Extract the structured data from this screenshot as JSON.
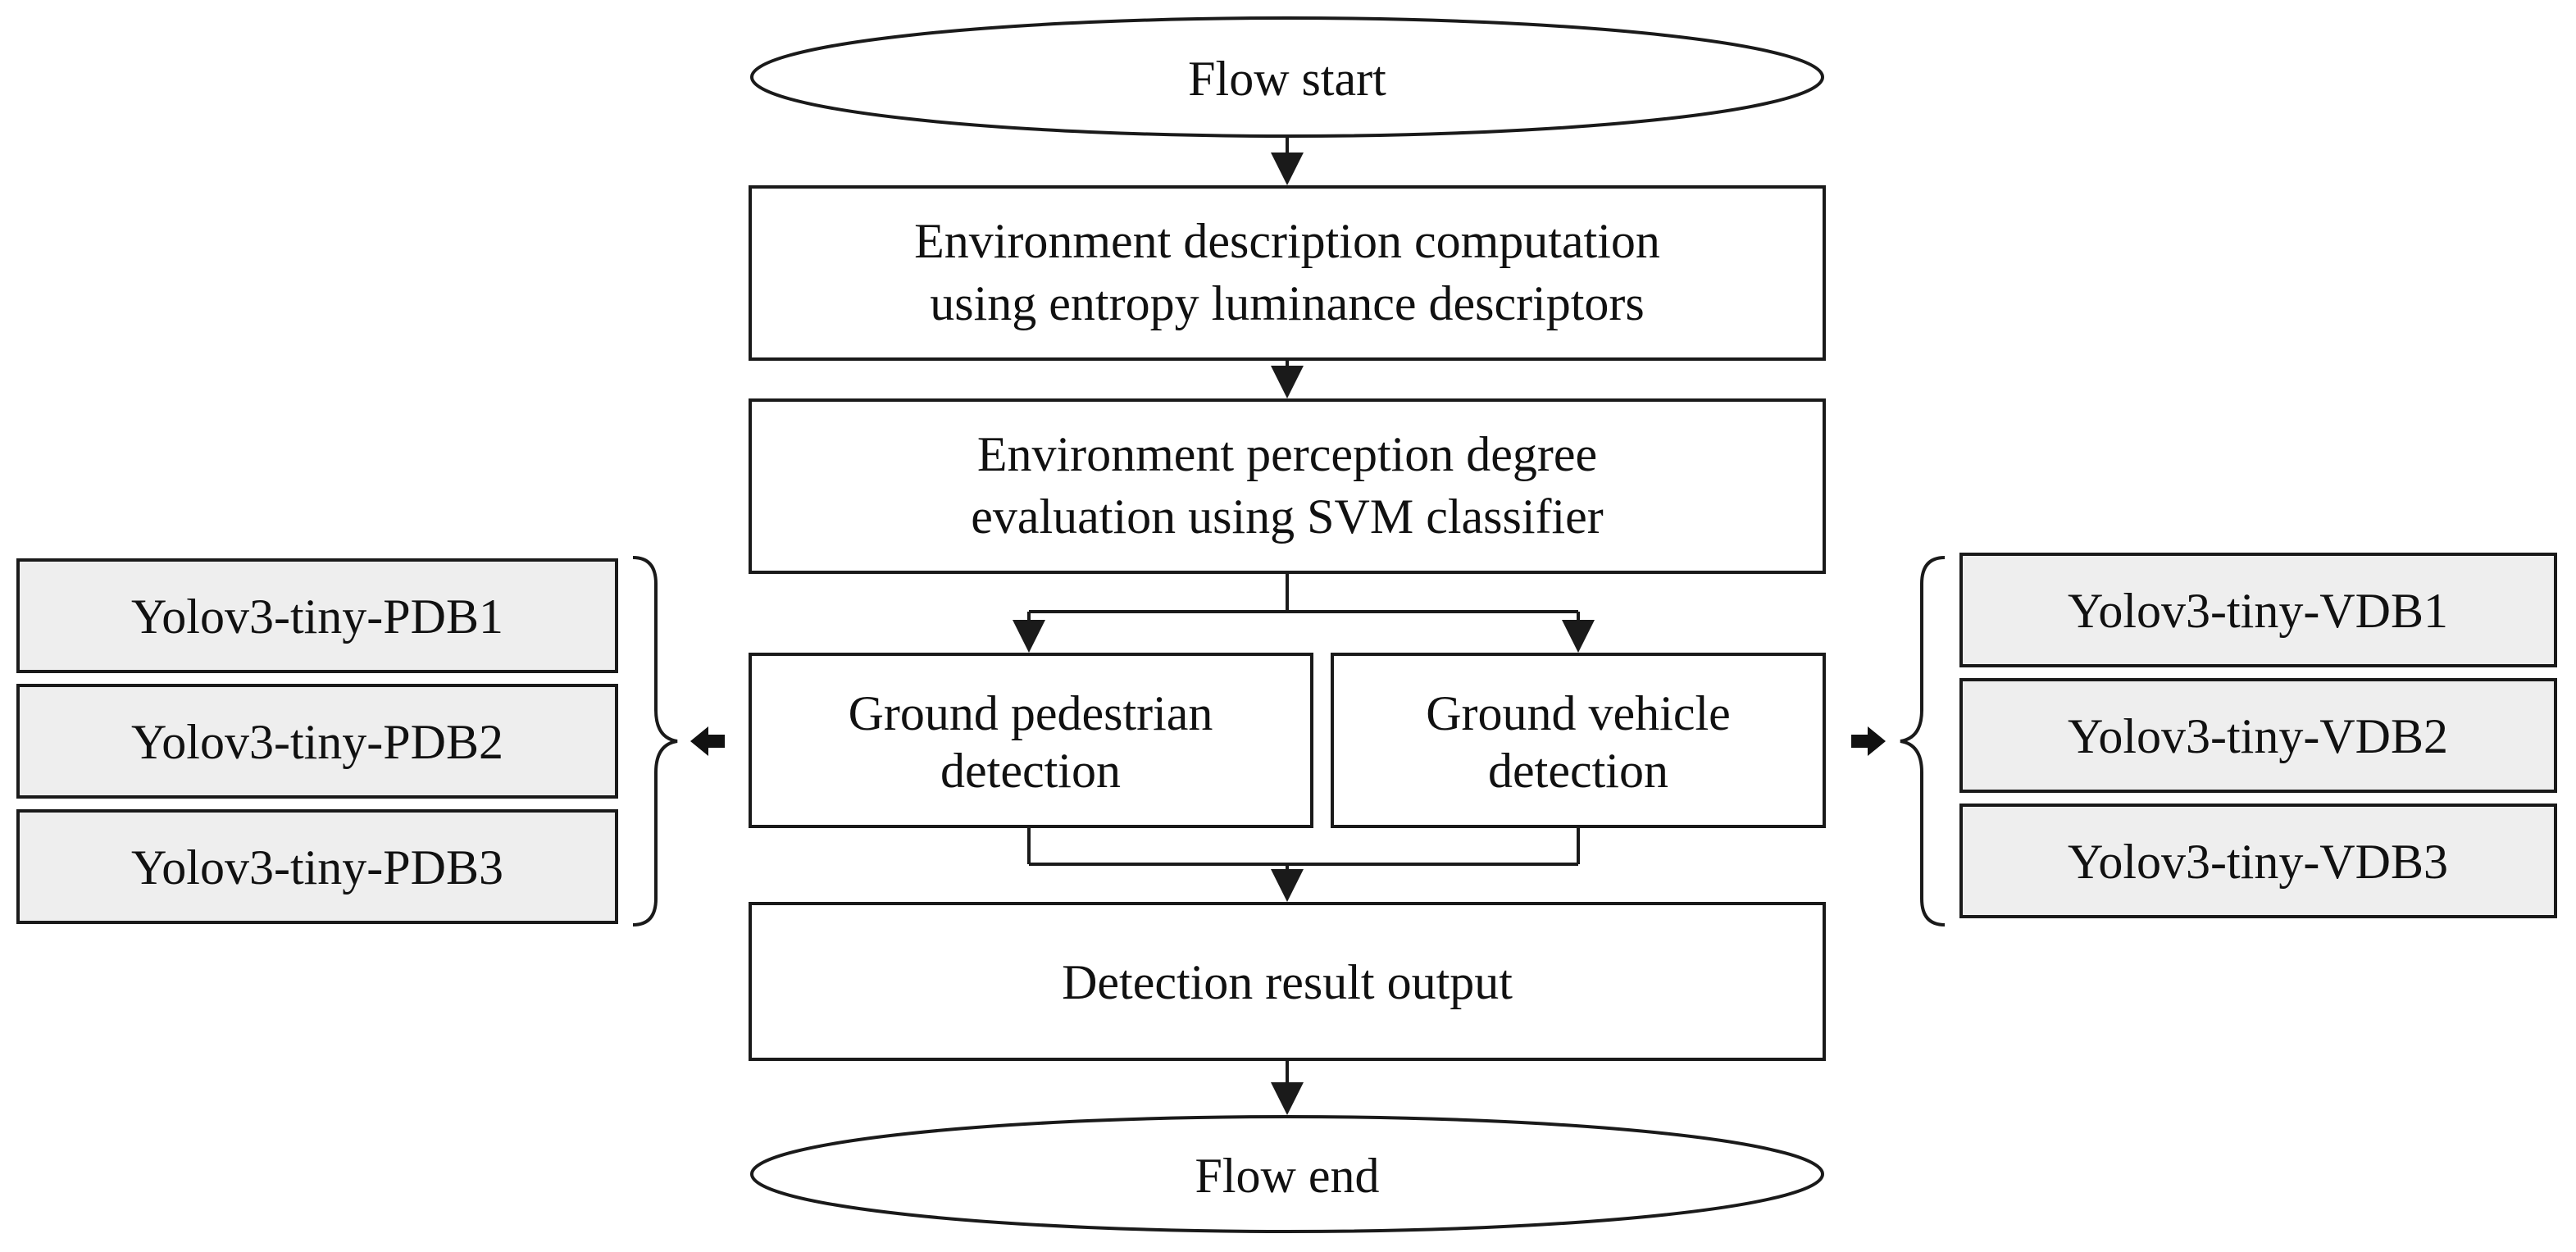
{
  "flowchart": {
    "start": "Flow start",
    "step1": [
      "Environment description computation",
      "using entropy luminance descriptors"
    ],
    "step2": [
      "Environment perception degree",
      "evaluation using SVM classifier"
    ],
    "pedestrian": [
      "Ground pedestrian",
      "detection"
    ],
    "vehicle": [
      "Ground vehicle",
      "detection"
    ],
    "output": "Detection result output",
    "end": "Flow end"
  },
  "pedestrian_models": [
    "Yolov3-tiny-PDB1",
    "Yolov3-tiny-PDB2",
    "Yolov3-tiny-PDB3"
  ],
  "vehicle_models": [
    "Yolov3-tiny-VDB1",
    "Yolov3-tiny-VDB2",
    "Yolov3-tiny-VDB3"
  ]
}
